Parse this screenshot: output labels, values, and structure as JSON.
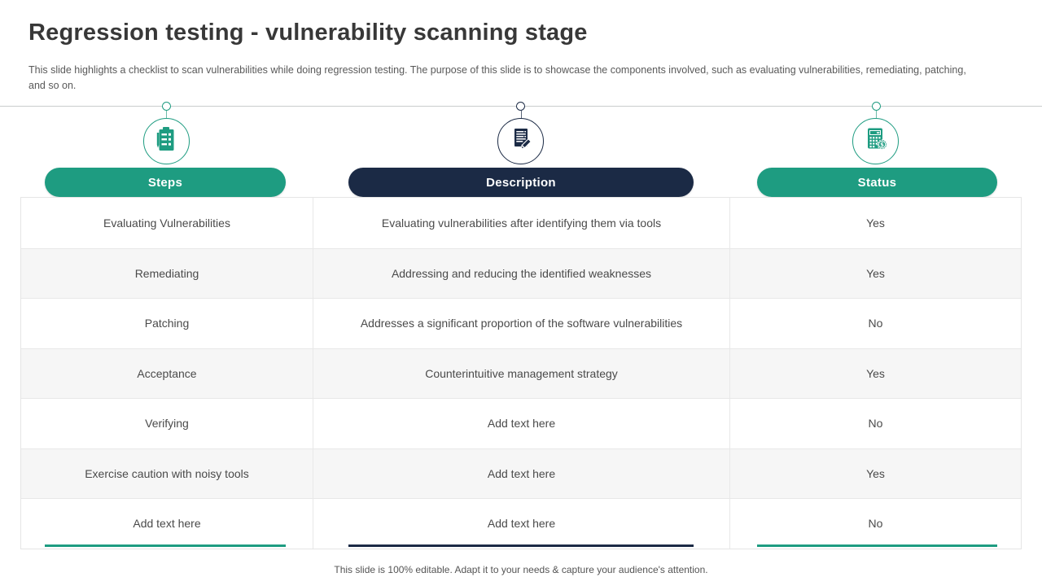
{
  "slide": {
    "title": "Regression testing - vulnerability scanning stage",
    "subtitle": "This slide highlights a checklist to scan vulnerabilities while doing regression testing. The purpose of this slide is to showcase the components involved, such as evaluating vulnerabilities, remediating, patching, and so on.",
    "footer": "This slide is 100% editable. Adapt it to your needs & capture your audience's attention."
  },
  "colors": {
    "teal_accent": "#1e9c81",
    "navy_accent": "#1b2a45",
    "row_alternate": "#f6f6f6",
    "grid_border": "#e8e8e8"
  },
  "columns": [
    {
      "label": "Steps",
      "icon": "clipboard-checklist-icon",
      "accent": "#1e9c81"
    },
    {
      "label": "Description",
      "icon": "document-pencil-icon",
      "accent": "#1b2a45"
    },
    {
      "label": "Status",
      "icon": "calculator-finance-icon",
      "accent": "#1e9c81"
    }
  ],
  "table": {
    "rows": [
      {
        "step": "Evaluating Vulnerabilities",
        "description": "Evaluating vulnerabilities after identifying them via tools",
        "status": "Yes"
      },
      {
        "step": "Remediating",
        "description": "Addressing and reducing the identified weaknesses",
        "status": "Yes"
      },
      {
        "step": "Patching",
        "description": "Addresses a significant proportion of the software vulnerabilities",
        "status": "No"
      },
      {
        "step": "Acceptance",
        "description": "Counterintuitive management strategy",
        "status": "Yes"
      },
      {
        "step": "Verifying",
        "description": "Add text here",
        "status": "No"
      },
      {
        "step": "Exercise caution with noisy tools",
        "description": "Add text here",
        "status": "Yes"
      },
      {
        "step": "Add text here",
        "description": "Add text here",
        "status": "No"
      }
    ]
  }
}
